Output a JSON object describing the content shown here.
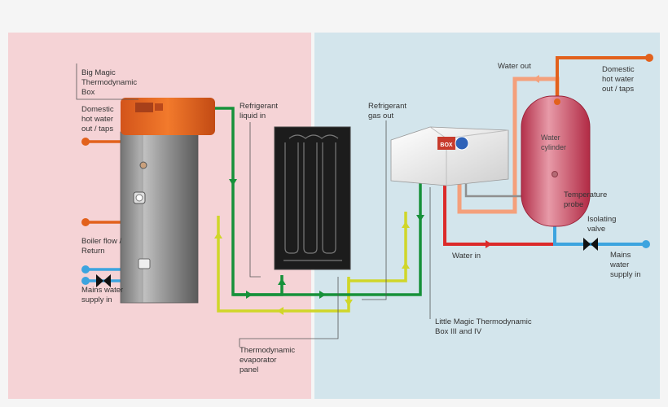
{
  "colors": {
    "left_panel": "#f5d3d6",
    "right_panel": "#d3e5ec",
    "orange_pipe": "#e2611c",
    "green_pipe": "#16913a",
    "yellow_pipe": "#d0d629",
    "red_pipe": "#dc2a2a",
    "blue_pipe": "#3ca4df",
    "peach_pipe": "#f4a07b",
    "grey_line": "#8f8f8f"
  },
  "labels": {
    "big_box": [
      "Big Magic",
      "Thermodynamic",
      "Box"
    ],
    "dhw_left": [
      "Domestic",
      "hot water",
      "out / taps"
    ],
    "boiler": [
      "Boiler flow /",
      "Return"
    ],
    "mains_left": [
      "Mains water",
      "supply in"
    ],
    "refrig_liquid": [
      "Refrigerant",
      "liquid in"
    ],
    "refrig_gas": [
      "Refrigerant",
      "gas out"
    ],
    "evaporator": [
      "Thermodynamic",
      "evaporator",
      "panel"
    ],
    "little_box": [
      "Little Magic Thermodynamic",
      "Box III and IV"
    ],
    "water_out": "Water out",
    "dhw_right": [
      "Domestic",
      "hot water",
      "out / taps"
    ],
    "cylinder": [
      "Water",
      "cylinder"
    ],
    "temp_probe": [
      "Temperature",
      "probe"
    ],
    "isolating_valve": [
      "Isolating",
      "valve"
    ],
    "water_in": "Water in",
    "mains_right": [
      "Mains",
      "water",
      "supply in"
    ]
  },
  "little_box_brand": "BOX"
}
